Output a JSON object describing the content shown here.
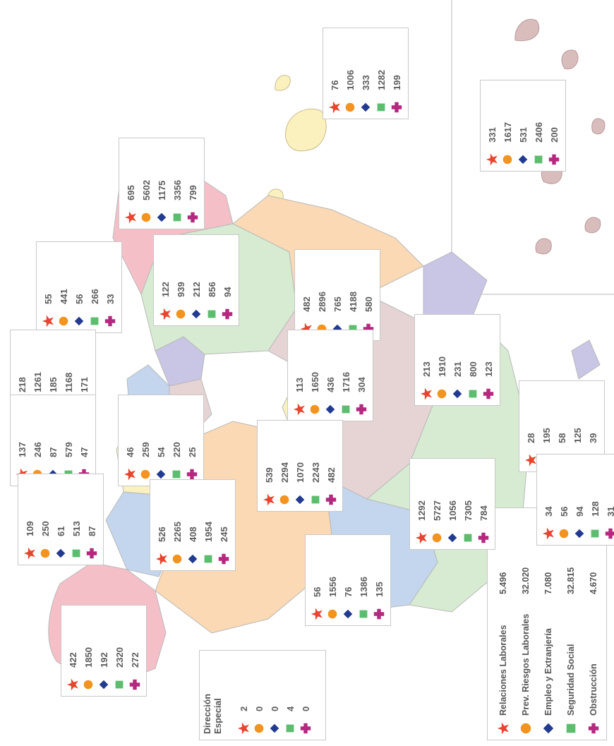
{
  "colors": {
    "relaciones": "#e8452f",
    "prevencion": "#f39320",
    "empleo": "#223a8f",
    "seguridad": "#5cbd6e",
    "obstruccion": "#b5287f",
    "region_pink": "#f5bfc8",
    "region_orange": "#fad9b4",
    "region_green": "#d6ebd2",
    "region_blue": "#c3d6ee",
    "region_mauve": "#e6d4d4",
    "region_lavender": "#c8c5e5",
    "region_yellow": "#fbf1bf",
    "region_grey": "#d2b8b8",
    "border": "#b9b9b9"
  },
  "legend": {
    "items": [
      {
        "label": "Relaciones Laborales",
        "value": "5.496"
      },
      {
        "label": "Prev. Riesgos Laborales",
        "value": "32.020"
      },
      {
        "label": "Empleo y Extranjería",
        "value": "7.080"
      },
      {
        "label": "Seguridad Social",
        "value": "32.815"
      },
      {
        "label": "Obstrucción",
        "value": "4.670"
      }
    ]
  },
  "direccion_especial": {
    "title_line1": "Dirección",
    "title_line2": "Especial",
    "values": [
      "2",
      "0",
      "0",
      "4",
      "0"
    ]
  },
  "provinces": [
    {
      "values": [
        "76",
        "1006",
        "333",
        "1282",
        "199"
      ]
    },
    {
      "values": [
        "331",
        "1617",
        "531",
        "2406",
        "200"
      ]
    },
    {
      "values": [
        "695",
        "5602",
        "1175",
        "3356",
        "799"
      ]
    },
    {
      "values": [
        "482",
        "2896",
        "765",
        "4188",
        "580"
      ]
    },
    {
      "values": [
        "55",
        "441",
        "56",
        "266",
        "33"
      ]
    },
    {
      "values": [
        "122",
        "939",
        "212",
        "856",
        "94"
      ]
    },
    {
      "values": [
        "213",
        "1910",
        "231",
        "800",
        "123"
      ]
    },
    {
      "values": [
        "218",
        "1261",
        "185",
        "1168",
        "171"
      ]
    },
    {
      "values": [
        "113",
        "1650",
        "436",
        "1716",
        "304"
      ]
    },
    {
      "values": [
        "28",
        "195",
        "58",
        "125",
        "39"
      ]
    },
    {
      "values": [
        "137",
        "246",
        "87",
        "579",
        "47"
      ]
    },
    {
      "values": [
        "46",
        "259",
        "54",
        "220",
        "25"
      ]
    },
    {
      "values": [
        "539",
        "2294",
        "1070",
        "2243",
        "482"
      ]
    },
    {
      "values": [
        "34",
        "56",
        "94",
        "128",
        "31"
      ]
    },
    {
      "values": [
        "1292",
        "5727",
        "1056",
        "7305",
        "784"
      ]
    },
    {
      "values": [
        "109",
        "250",
        "61",
        "513",
        "87"
      ]
    },
    {
      "values": [
        "526",
        "2265",
        "408",
        "1954",
        "245"
      ]
    },
    {
      "values": [
        "56",
        "1556",
        "76",
        "1386",
        "135"
      ]
    },
    {
      "values": [
        "422",
        "1850",
        "192",
        "2320",
        "272"
      ]
    }
  ]
}
